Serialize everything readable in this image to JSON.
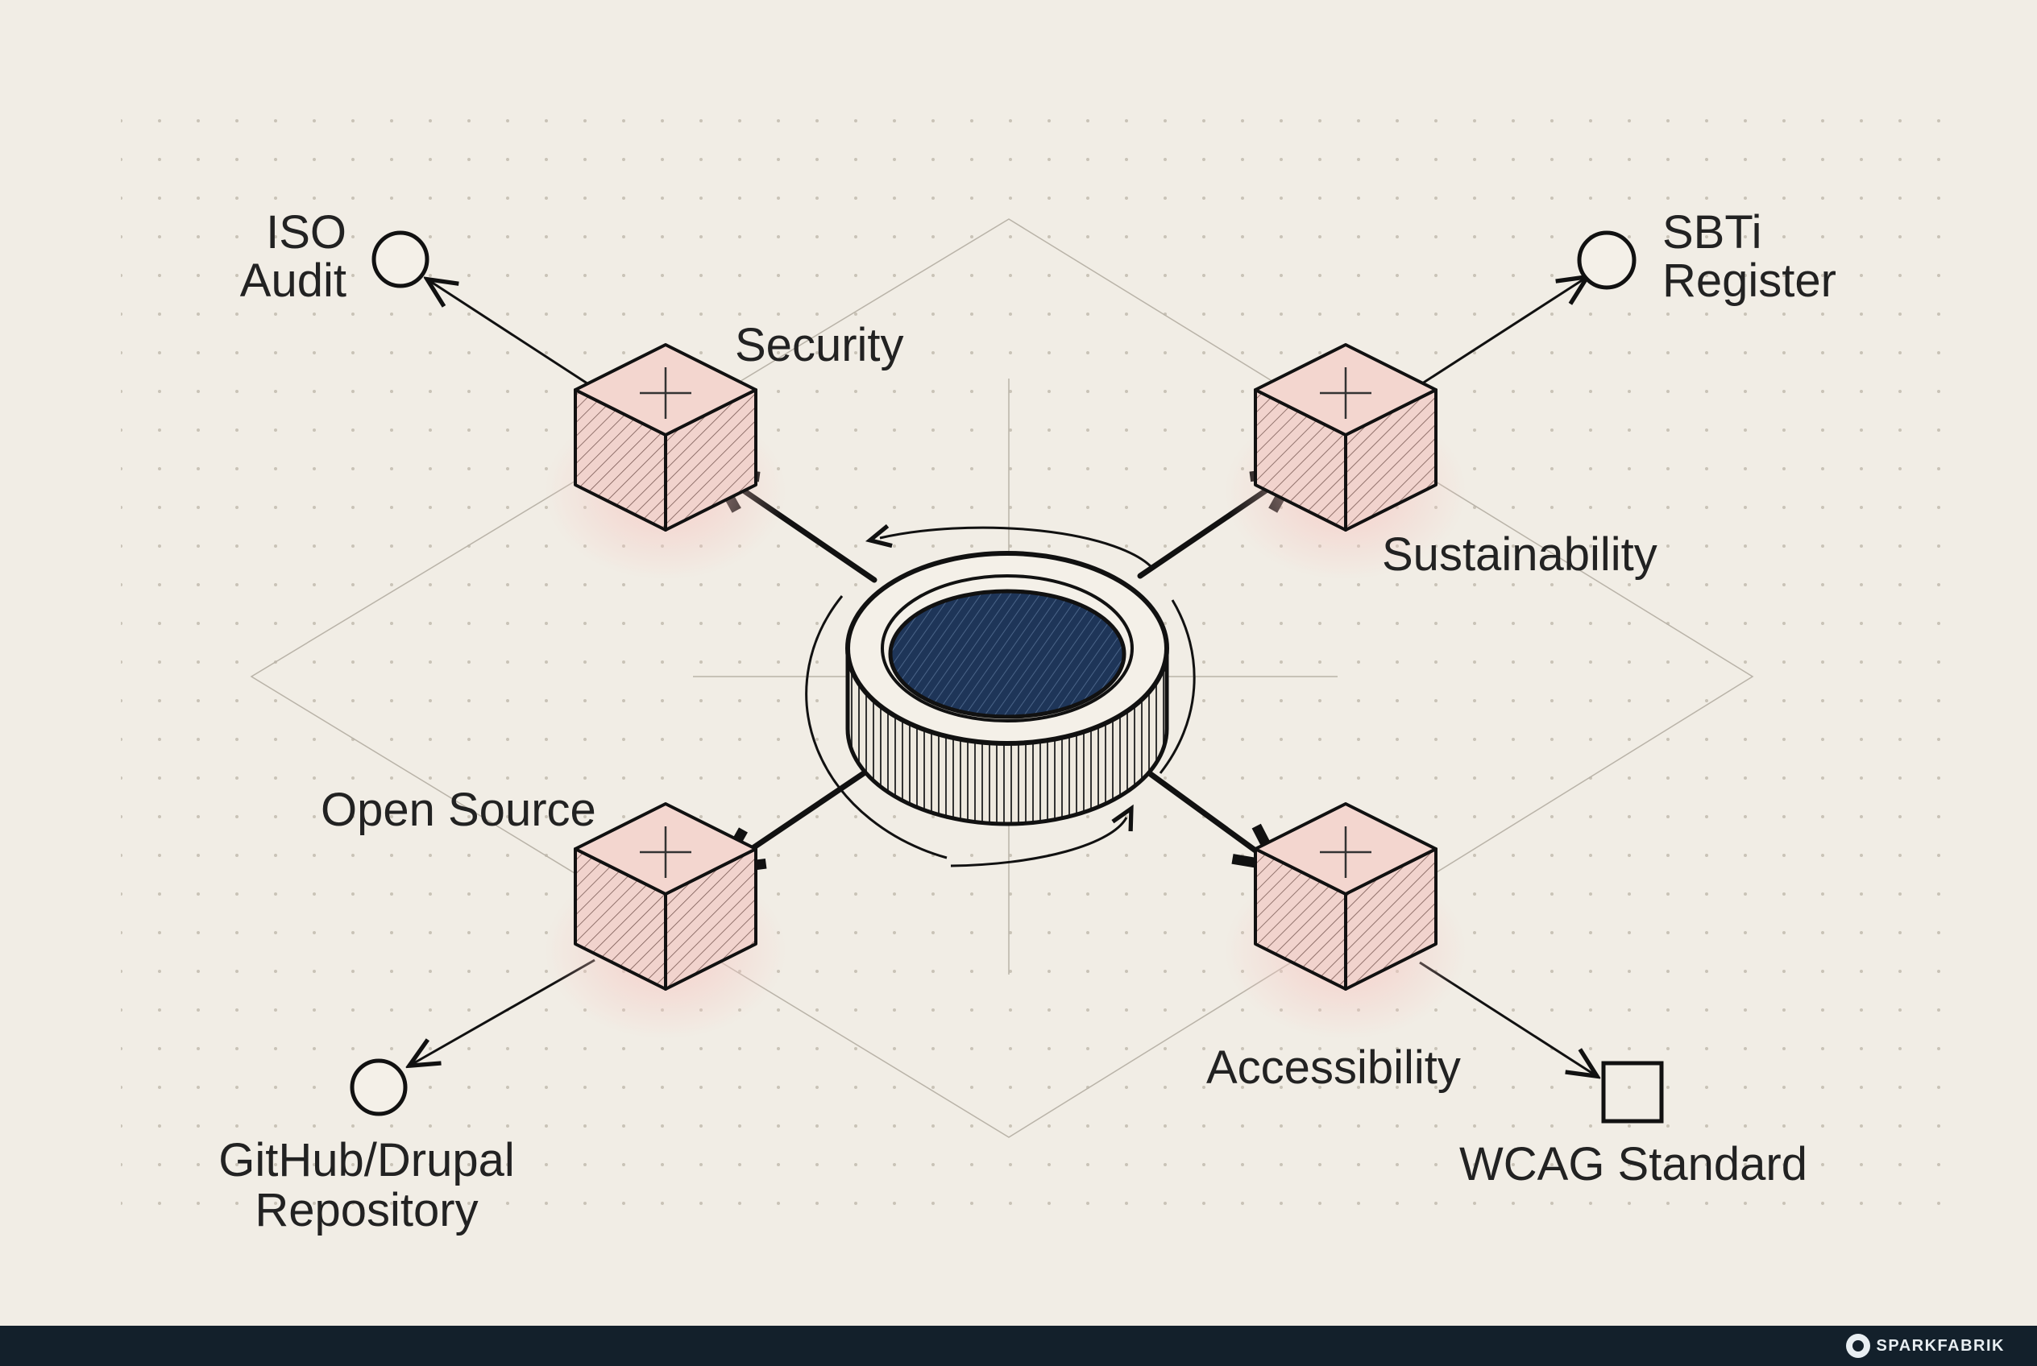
{
  "colors": {
    "background": "#f1ede5",
    "ink": "#1a1a1a",
    "hub_fill": "#1e3558",
    "cube_face": "#f1d3cd",
    "cube_glow": "#f6c9c4",
    "footer": "#13202b"
  },
  "hub": {
    "name": "hub-cylinder"
  },
  "nodes": [
    {
      "label": "Security",
      "output_lines": [
        "ISO",
        "Audit"
      ],
      "output_shape": "circle"
    },
    {
      "label": "Sustainability",
      "output_lines": [
        "SBTi",
        "Register"
      ],
      "output_shape": "circle"
    },
    {
      "label": "Open Source",
      "output_lines": [
        "GitHub/Drupal",
        "Repository"
      ],
      "output_shape": "circle"
    },
    {
      "label": "Accessibility",
      "output_lines": [
        "WCAG Standard"
      ],
      "output_shape": "square"
    }
  ],
  "footer": {
    "brand": "SPARKFABRIK",
    "brand_icon": "sparkfabrik-logo-icon"
  }
}
